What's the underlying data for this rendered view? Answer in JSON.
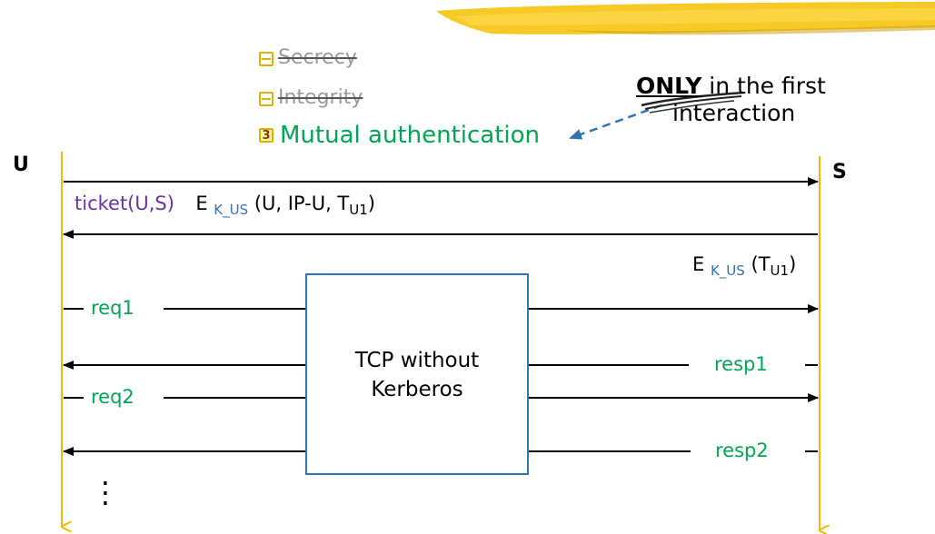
{
  "properties": [
    {
      "label": "Secrecy",
      "state": "struck"
    },
    {
      "label": "Integrity",
      "state": "struck"
    },
    {
      "label": "Mutual authentication",
      "state": "active",
      "bullet": "3"
    }
  ],
  "note": {
    "emphasis": "ONLY",
    "line1_rest": " in the first",
    "line2": "interaction"
  },
  "actors": {
    "user": "U",
    "server": "S"
  },
  "messages": {
    "m1_ticket": "ticket(U,S)",
    "m1_enc": "E",
    "m1_key": "K_US",
    "m1_args_a": "(U, IP-U, T",
    "m1_args_sub": "U1",
    "m1_args_b": ")",
    "m2_enc": "E",
    "m2_key": "K_US",
    "m2_args_a": "(T",
    "m2_args_sub": "U1",
    "m2_args_b": ")"
  },
  "box": {
    "line1": "TCP without",
    "line2": "Kerberos"
  },
  "requests": [
    "req1",
    "req2"
  ],
  "responses": [
    "resp1",
    "resp2"
  ],
  "ellipsis": "⋮",
  "colors": {
    "lifeline": "#f5b800",
    "arrow": "#000000",
    "green": "#00a651",
    "purple": "#7030a0",
    "blue": "#2e75b6",
    "band": "#f5c000"
  }
}
